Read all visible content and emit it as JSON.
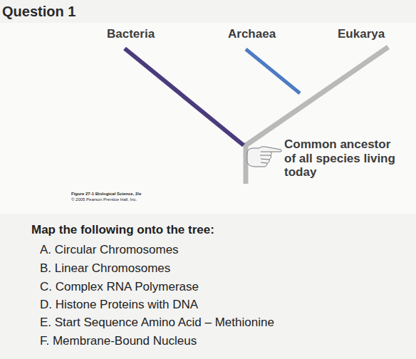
{
  "diagram": {
    "title": "Question 1",
    "labels": [
      "Bacteria",
      "Archaea",
      "Eukarya",
      "Common ancestor of all species living today",
      "Figure 27-1 Biological Science, 2/e",
      "© 2005 Pearson Prentice Hall, Inc.",
      "Map the following onto the tree:",
      "A. Circular Chromosomes",
      "B. Linear Chromosomes",
      "C. Complex RNA Polymerase",
      "D. Histone Proteins with DNA",
      "E. Start Sequence Amino Acid – Methionine",
      "F. Membrane-Bound Nucleus"
    ]
  }
}
